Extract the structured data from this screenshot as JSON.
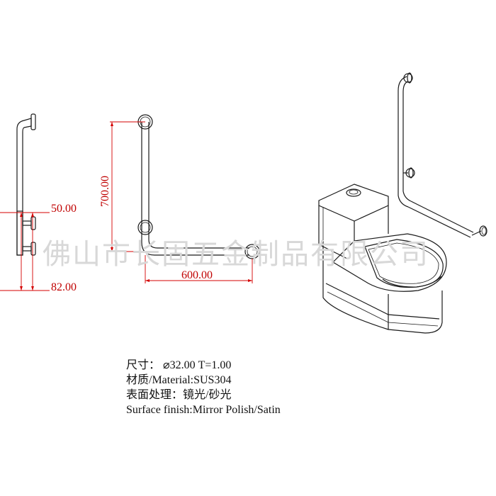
{
  "dimensions": {
    "offset_a": "50.00",
    "offset_b": "82.00",
    "height": "700.00",
    "length": "600.00"
  },
  "watermark": "佛山市长固五金制品有限公司",
  "specs": {
    "size": "尺寸：  ⌀32.00 T=1.00",
    "material": "材质/Material:SUS304",
    "finish_cn": "表面处理：镜光/砂光",
    "finish_en": "Surface finish:Mirror Polish/Satin"
  }
}
